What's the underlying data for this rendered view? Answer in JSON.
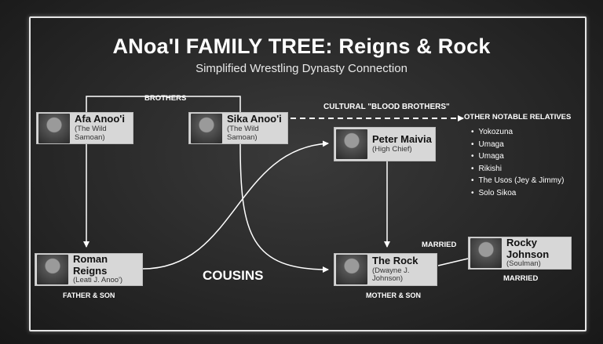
{
  "title": "ANoa'I FAMILY TREE: Reigns & Rock",
  "subtitle": "Simplified Wrestling Dynasty Connection",
  "nodes": {
    "afa": {
      "name": "Afa Anoo'i",
      "sub": "(The Wild Samoan)"
    },
    "sika": {
      "name": "Sika Anoo'i",
      "sub": "(The Wild Samoan)"
    },
    "peter": {
      "name": "Peter Maivia",
      "sub": "(High Chief)"
    },
    "roman": {
      "name": "Roman Reigns",
      "sub": "(Leati J. Anoo')"
    },
    "rock": {
      "name": "The Rock",
      "sub": "(Dwayne J. Johnson)"
    },
    "rocky": {
      "name": "Rocky Johnson",
      "sub": "(Soulman)"
    }
  },
  "labels": {
    "brothers": "BROTHERS",
    "blood_brothers": "CULTURAL \"BLOOD BROTHERS\"",
    "cousins": "COUSINS",
    "father_son": "FATHER & SON",
    "mother_son": "MOTHER & SON",
    "married_top": "MARRIED",
    "married_bottom": "MARRIED"
  },
  "relatives": {
    "heading": "OTHER NOTABLE RELATIVES",
    "items": [
      "Yokozuna",
      "Umaga",
      "Umaga",
      "Rikishi",
      "The Usos (Jey & Jimmy)",
      "Solo Sikoa"
    ]
  }
}
